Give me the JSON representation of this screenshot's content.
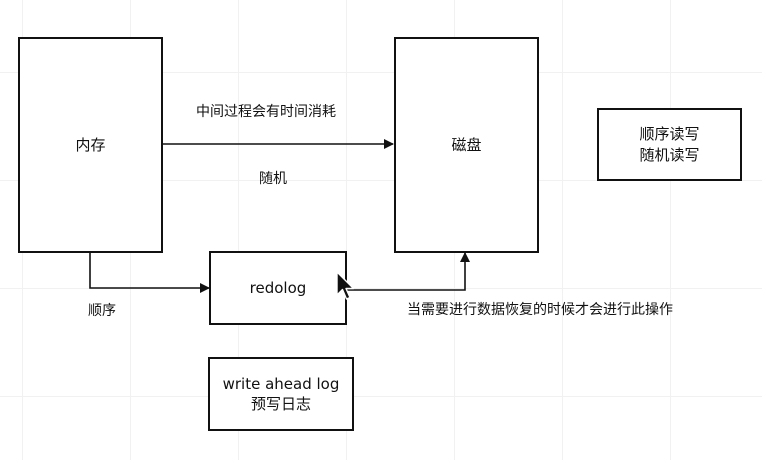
{
  "nodes": {
    "memory": "内存",
    "disk": "磁盘",
    "redolog": "redolog",
    "rw_modes": [
      "顺序读写",
      "随机读写"
    ],
    "wal": [
      "write ahead log",
      "预写日志"
    ]
  },
  "edge_labels": {
    "memory_to_disk_top": "中间过程会有时间消耗",
    "memory_to_disk_bottom": "随机",
    "memory_to_redolog": "顺序",
    "redolog_to_disk": "当需要进行数据恢复的时候才会进行此操作"
  },
  "colors": {
    "stroke": "#111111",
    "grid": "#f1f1f1",
    "background": "#ffffff"
  },
  "icons": [
    "mouse-cursor-icon"
  ]
}
